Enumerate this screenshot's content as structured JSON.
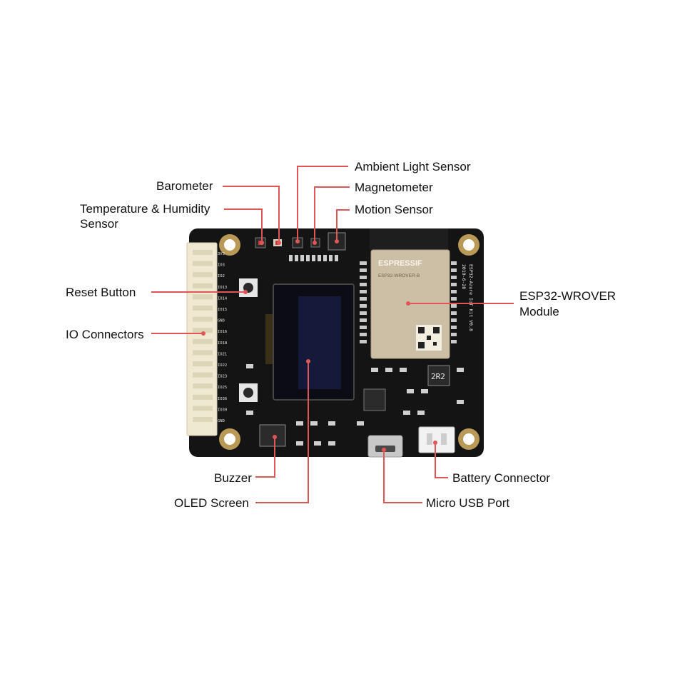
{
  "diagram": {
    "line_color": "#e05656",
    "board_color": "#141414",
    "labels": {
      "ambient_light_sensor": "Ambient Light Sensor",
      "barometer": "Barometer",
      "magnetometer": "Magnetometer",
      "temp_humidity_line1": "Temperature & Humidity",
      "temp_humidity_line2": "Sensor",
      "motion_sensor": "Motion Sensor",
      "reset_button": "Reset Button",
      "esp32_line1": "ESP32-WROVER",
      "esp32_line2": "Module",
      "io_connectors": "IO Connectors",
      "buzzer": "Buzzer",
      "battery_connector": "Battery Connector",
      "oled_screen": "OLED Screen",
      "micro_usb_port": "Micro USB Port"
    },
    "board_markings": {
      "pins": [
        "3V3",
        "IO3",
        "IO2",
        "IO13",
        "IO14",
        "IO15",
        "GND",
        "IO16",
        "IO18",
        "IO21",
        "IO22",
        "IO23",
        "IO25",
        "IO36",
        "IO39",
        "GND"
      ],
      "module_brand": "ESPRESSIF",
      "module_model": "ESP32-WROVER-B",
      "kit_name": "ESP32-Azure IoT Kit V0.8",
      "kit_date": "2019-6-28",
      "inductor": "2R2"
    }
  }
}
